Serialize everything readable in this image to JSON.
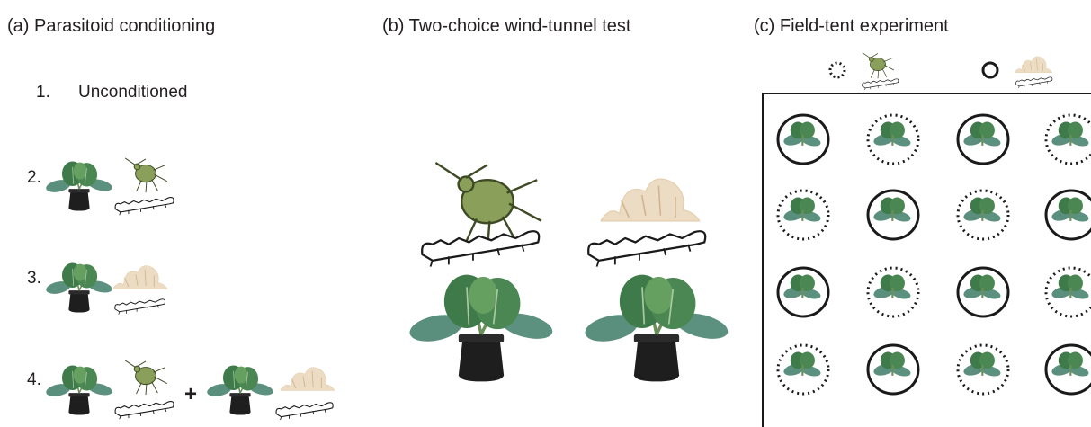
{
  "panels": {
    "a": {
      "title": "(a) Parasitoid conditioning",
      "steps": [
        {
          "number": "1.",
          "label": "Unconditioned"
        },
        {
          "number": "2."
        },
        {
          "number": "3."
        },
        {
          "number": "4.",
          "operator": "+"
        }
      ]
    },
    "b": {
      "title": "(b) Two-choice wind-tunnel test"
    },
    "c": {
      "title": "(c) Field-tent experiment",
      "grid": [
        [
          "solid",
          "dotted",
          "solid",
          "dotted"
        ],
        [
          "dotted",
          "solid",
          "dotted",
          "solid"
        ],
        [
          "solid",
          "dotted",
          "solid",
          "dotted"
        ],
        [
          "dotted",
          "solid",
          "dotted",
          "solid"
        ]
      ]
    }
  },
  "colors": {
    "aphid": "#8aa05a",
    "caterpillar": "#ecdcc4",
    "leaf": "#4f8a5a",
    "pot": "#1e1e1e",
    "line": "#1a1a1a"
  }
}
